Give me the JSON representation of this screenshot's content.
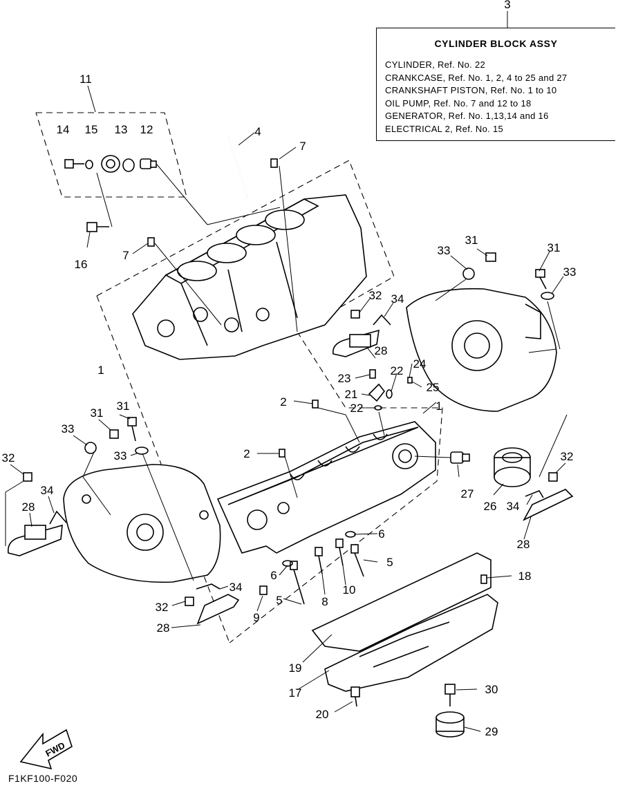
{
  "figure_code": "F1KF100-F020",
  "fwd_label": "FWD",
  "assembly_box": {
    "title": "CYLINDER BLOCK ASSY",
    "lines": [
      "CYLINDER, Ref. No. 22",
      "CRANKCASE, Ref. No. 1, 2, 4 to 25 and 27",
      "CRANKSHAFT PISTON, Ref. No. 1 to 10",
      "OIL PUMP, Ref. No. 7 and 12 to 18",
      "GENERATOR, Ref. No. 1,13,14 and 16",
      "ELECTRICAL 2, Ref. No. 15"
    ]
  },
  "callouts": [
    "3",
    "11",
    "14",
    "15",
    "13",
    "12",
    "4",
    "7",
    "16",
    "7",
    "1",
    "32",
    "34",
    "33",
    "31",
    "31",
    "33",
    "28",
    "23",
    "22",
    "24",
    "21",
    "25",
    "22",
    "2",
    "1",
    "31",
    "31",
    "33",
    "33",
    "32",
    "34",
    "28",
    "2",
    "27",
    "26",
    "32",
    "34",
    "28",
    "6",
    "6",
    "5",
    "8",
    "10",
    "5",
    "9",
    "34",
    "32",
    "28",
    "18",
    "19",
    "17",
    "30",
    "20",
    "29"
  ]
}
